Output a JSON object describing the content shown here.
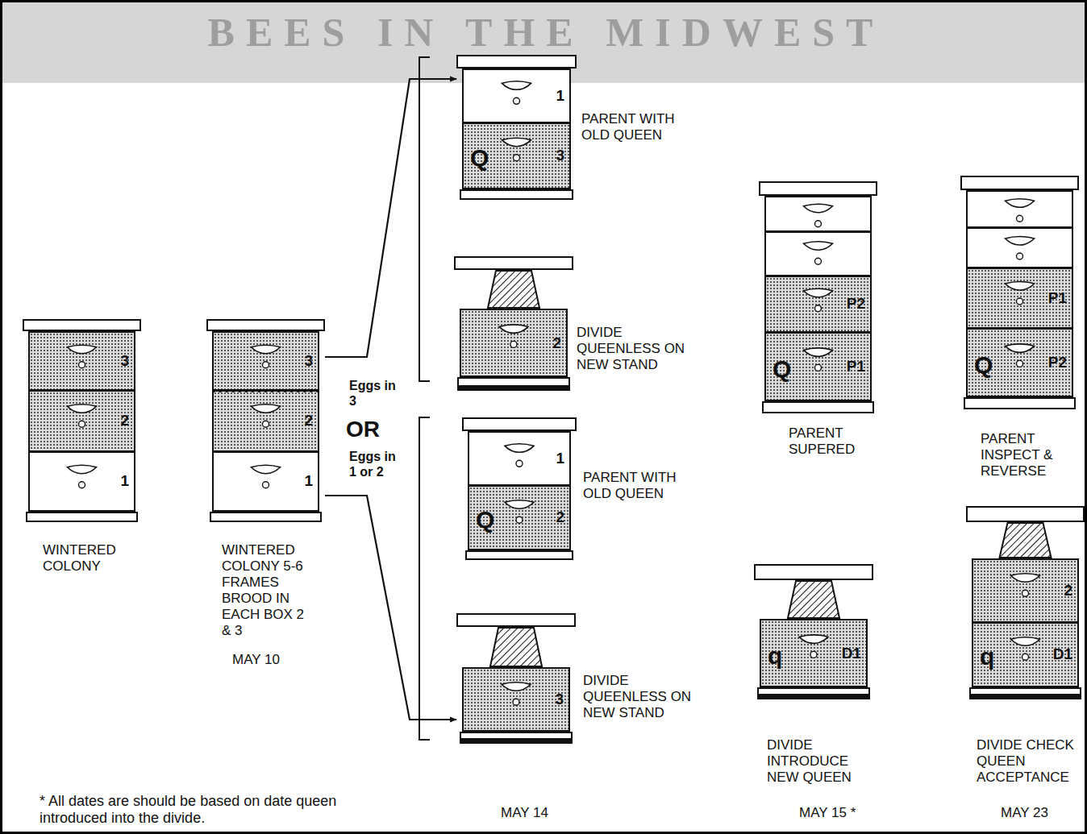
{
  "diagram": {
    "nodes": [
      {
        "text": [
          "WINTERED COLONY"
        ]
      },
      {
        "text": [
          "3"
        ],
        "in": 0
      },
      {
        "text": [
          "2"
        ],
        "in": 0
      },
      {
        "text": [
          "1"
        ],
        "in": 0
      },
      {
        "text": [
          "WINTERED COLONY 5-6 FRAMES BROOD IN EACH BOX 2 & 3"
        ]
      },
      {
        "text": [
          "3"
        ],
        "in": 4
      },
      {
        "text": [
          "2"
        ],
        "in": 4
      },
      {
        "text": [
          "1"
        ],
        "in": 4
      },
      {
        "text": [
          "PARENT WITH OLD QUEEN"
        ]
      },
      {
        "text": [
          "1"
        ],
        "in": 8
      },
      {
        "text": [
          "Q",
          "3"
        ],
        "in": 8
      },
      {
        "text": [
          "DIVIDE QUEENLESS ON NEW STAND"
        ]
      },
      {
        "text": [
          "2"
        ],
        "in": 11
      },
      {
        "text": [
          "PARENT WITH OLD QUEEN"
        ]
      },
      {
        "text": [
          "1"
        ],
        "in": 13
      },
      {
        "text": [
          "Q",
          "2"
        ],
        "in": 13
      },
      {
        "text": [
          "DIVIDE QUEENLESS ON NEW STAND"
        ]
      },
      {
        "text": [
          "3"
        ],
        "in": 16
      },
      {
        "text": [
          "PARENT SUPERED"
        ]
      },
      {
        "text": [
          "P2"
        ],
        "in": 18
      },
      {
        "text": [
          "Q",
          "P1"
        ],
        "in": 18
      },
      {
        "text": [
          "PARENT INSPECT & REVERSE"
        ]
      },
      {
        "text": [
          "P1"
        ],
        "in": 21
      },
      {
        "text": [
          "Q",
          "P2"
        ],
        "in": 21
      },
      {
        "text": [
          "DIVIDE INTRODUCE NEW QUEEN"
        ]
      },
      {
        "text": [
          "q",
          "D1"
        ],
        "in": 24
      },
      {
        "text": [
          "DIVIDE CHECK QUEEN ACCEPTANCE"
        ]
      },
      {
        "text": [
          "2"
        ],
        "in": 26
      },
      {
        "text": [
          "q",
          "D1"
        ],
        "in": 26
      }
    ],
    "edges": [
      {
        "from": 4,
        "to": 8,
        "arrow": "to",
        "label": "Eggs in 3"
      },
      {
        "from": 4,
        "to": 16,
        "arrow": "to",
        "label": "Eggs in 1 or 2"
      }
    ],
    "labels": [
      "BEES IN THE MIDWEST",
      "MAY 10",
      "OR",
      "MAY 14",
      "MAY 15 *",
      "MAY 23",
      "* All dates are should be based on date queen introduced into the divide."
    ]
  }
}
